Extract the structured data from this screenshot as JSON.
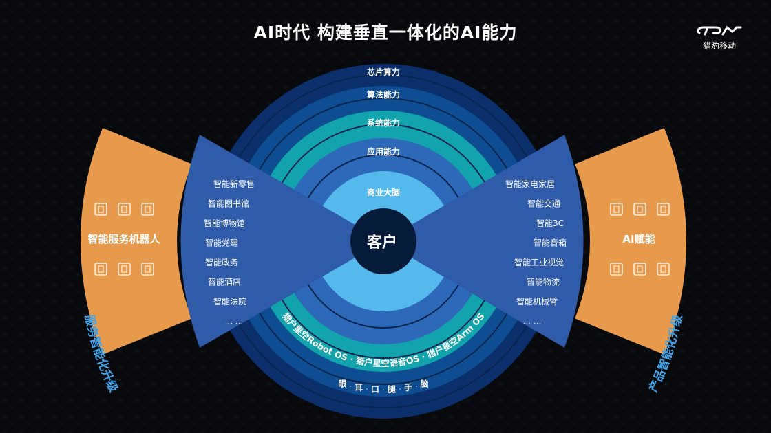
{
  "title": "AI时代   构建垂直一体化的AI能力",
  "logo": {
    "text": "猎豹移动"
  },
  "center": {
    "label": "客户"
  },
  "rings_top": [
    "芯片算力",
    "算法能力",
    "系统能力",
    "应用能力",
    "商业大脑"
  ],
  "rings_bottom": {
    "os_line": "猎户星空Robot OS · 猎户星空语音OS · 猎户星空Arm OS",
    "senses": [
      "眼",
      "耳",
      "口",
      "腿",
      "手",
      "脑"
    ]
  },
  "left": {
    "wing_label": "智能服务机器人",
    "items": [
      "智能新零售",
      "智能图书馆",
      "智能博物馆",
      "智能党建",
      "智能政务",
      "智能酒店",
      "智能法院",
      "... ..."
    ],
    "upgrade": "服务智能化升级"
  },
  "right": {
    "wing_label": "AI赋能",
    "items": [
      "智能家电家居",
      "智能交通",
      "智能3C",
      "智能音箱",
      "智能工业视觉",
      "智能物流",
      "智能机械臂",
      "... ..."
    ],
    "upgrade": "产品智能化升级"
  },
  "colors": {
    "orange": "#e89a4c",
    "bowtie": "#2f5ba8",
    "ring_outer": "#0a2f6a",
    "ring_2": "#0e4d92",
    "ring_teal": "#12a3ad",
    "ring_app": "#2e68b8",
    "ring_light": "#56b9ec",
    "center": "#061a3a"
  },
  "icons_left": [
    "building-icon",
    "document-icon",
    "museum-icon",
    "book-icon",
    "person-icon",
    "chart-icon"
  ],
  "icons_right": [
    "home-icon",
    "people-icon",
    "network-icon",
    "phone-icon",
    "gears-icon",
    "truck-icon"
  ]
}
